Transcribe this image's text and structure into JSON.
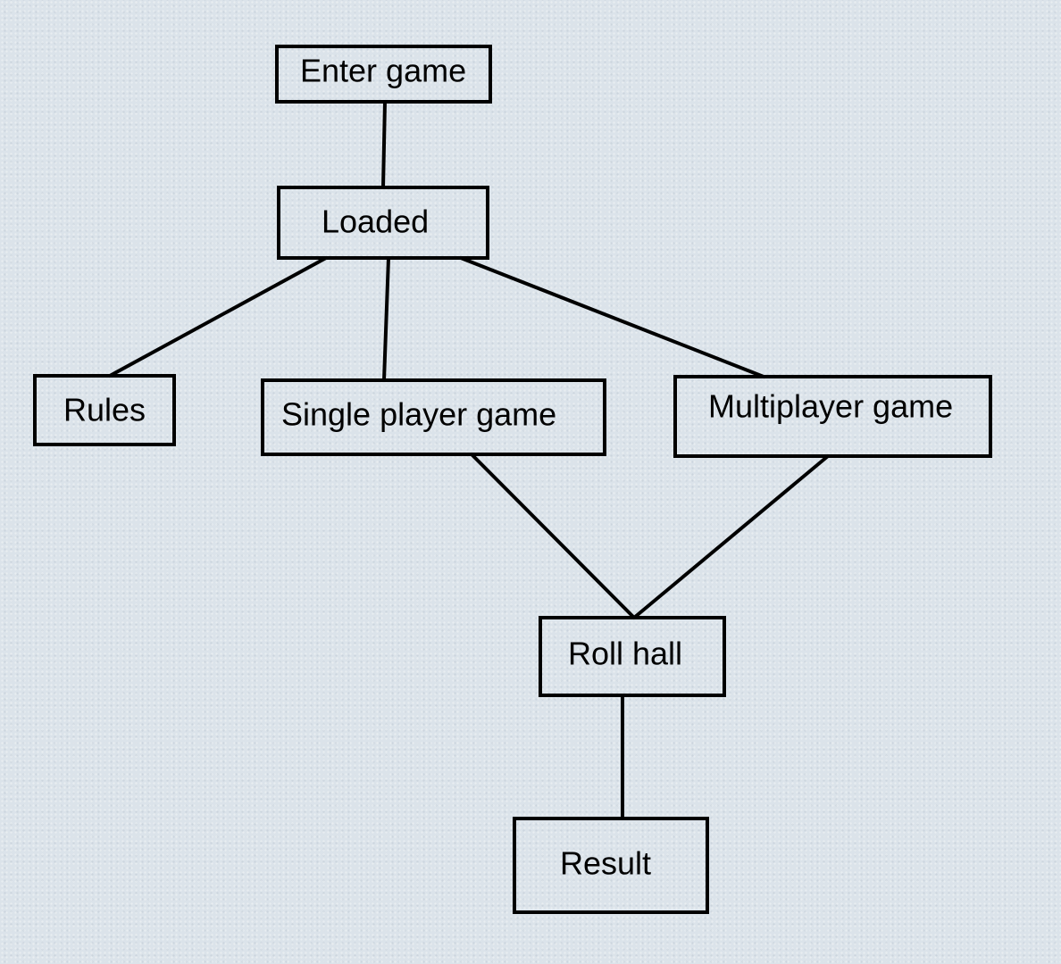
{
  "diagram": {
    "nodes": [
      {
        "id": "enter-game",
        "label": "Enter game"
      },
      {
        "id": "loaded",
        "label": "Loaded"
      },
      {
        "id": "rules",
        "label": "Rules"
      },
      {
        "id": "single-player-game",
        "label": "Single player game"
      },
      {
        "id": "multiplayer-game",
        "label": "Multiplayer game"
      },
      {
        "id": "roll-hall",
        "label": "Roll hall"
      },
      {
        "id": "result",
        "label": "Result"
      }
    ],
    "edges": [
      {
        "from": "enter-game",
        "to": "loaded"
      },
      {
        "from": "loaded",
        "to": "rules"
      },
      {
        "from": "loaded",
        "to": "single-player-game"
      },
      {
        "from": "loaded",
        "to": "multiplayer-game"
      },
      {
        "from": "single-player-game",
        "to": "roll-hall"
      },
      {
        "from": "multiplayer-game",
        "to": "roll-hall"
      },
      {
        "from": "roll-hall",
        "to": "result"
      }
    ],
    "colors": {
      "line": "#000000",
      "text": "#000000",
      "background": "#dbe3ea"
    }
  }
}
